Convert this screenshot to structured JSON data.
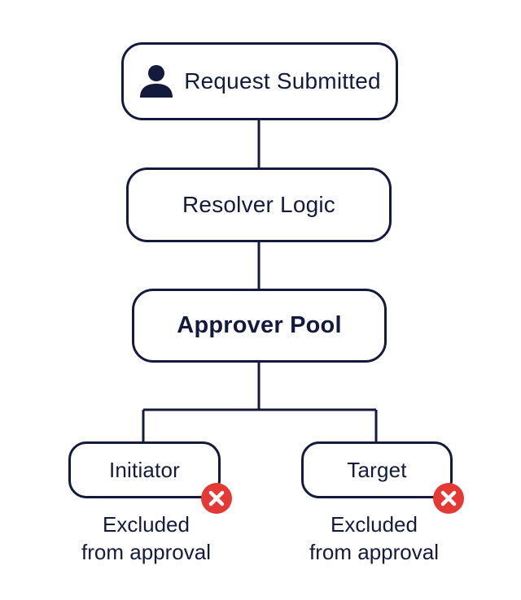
{
  "diagram": {
    "nodes": {
      "request": {
        "label": "Request Submitted",
        "icon": "user-icon"
      },
      "resolver": {
        "label": "Resolver Logic"
      },
      "approver": {
        "label": "Approver Pool"
      },
      "initiator": {
        "label": "Initiator",
        "status_icon": "x-circle-icon",
        "caption_line1": "Excluded",
        "caption_line2": "from approval"
      },
      "target": {
        "label": "Target",
        "status_icon": "x-circle-icon",
        "caption_line1": "Excluded",
        "caption_line2": "from approval"
      }
    },
    "edges": [
      {
        "from": "request",
        "to": "resolver"
      },
      {
        "from": "resolver",
        "to": "approver"
      },
      {
        "from": "approver",
        "to": "initiator"
      },
      {
        "from": "approver",
        "to": "target"
      }
    ],
    "colors": {
      "stroke": "#141a3c",
      "text": "#141a3c",
      "exclusion": "#e53935"
    }
  }
}
